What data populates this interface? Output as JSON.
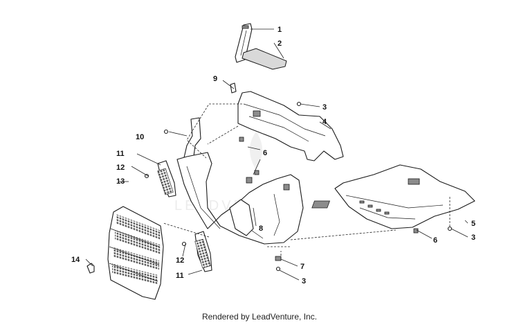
{
  "watermark": "LEADVENTURE",
  "callouts": [
    "1",
    "2",
    "3",
    "4",
    "5",
    "6",
    "7",
    "8",
    "9",
    "10",
    "11",
    "12",
    "13",
    "14"
  ],
  "footer": "Rendered by LeadVenture, Inc."
}
